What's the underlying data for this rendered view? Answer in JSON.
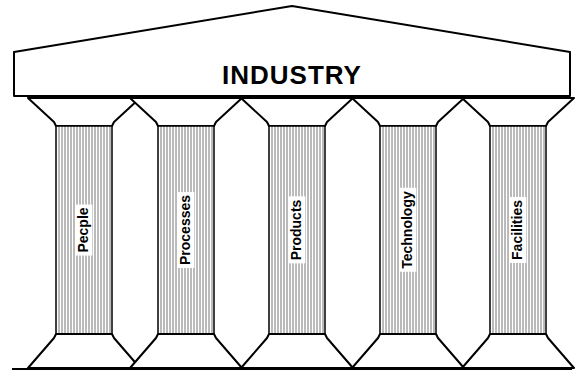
{
  "diagram": {
    "nodes": [
      {
        "text": [
          "INDUSTRY"
        ]
      },
      {
        "text": [
          "Pecple"
        ]
      },
      {
        "text": [
          "Processes"
        ]
      },
      {
        "text": [
          "Products"
        ]
      },
      {
        "text": [
          "Technology"
        ]
      },
      {
        "text": [
          "Facilities"
        ]
      }
    ]
  }
}
